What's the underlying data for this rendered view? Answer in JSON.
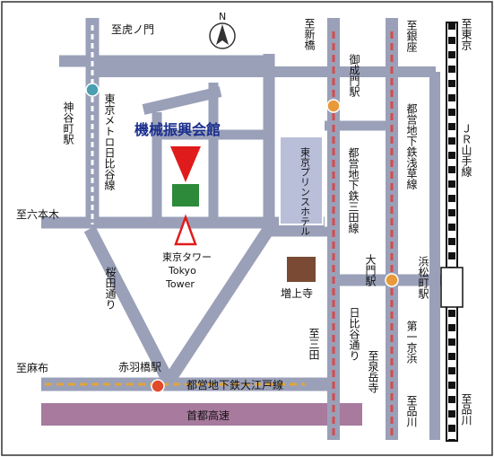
{
  "map": {
    "colors": {
      "road": "#9aa0b8",
      "road_edge": "#ffffff",
      "hotel": "#b9bfd9",
      "expressway": "#a77a9e",
      "jr_line_dark": "#111111",
      "subway_red": "#d84a4a",
      "subway_orange": "#e2a53a",
      "station_red": "#e24a2c",
      "station_orange": "#e89a3a",
      "station_teal": "#4a9fb2",
      "building_green": "#2d8a3a",
      "zojoji_brown": "#7a4a34",
      "marker_red": "#e01b1b",
      "title_blue": "#1b2f8e",
      "frame": "#333333"
    },
    "compass": {
      "letter": "N"
    },
    "destination_title": "機械振興会館",
    "tokyo_tower": {
      "jp": "東京タワー",
      "en1": "Tokyo",
      "en2": "Tower"
    },
    "zojoji": "増上寺",
    "hotel": "東京プリンスホテル",
    "stations": {
      "kamiyacho": "神谷町駅",
      "onarimon": "御成門駅",
      "daimon": "大門駅",
      "hamamatsucho": "浜松町駅",
      "akabanebashi": "赤羽橋駅"
    },
    "lines": {
      "hibiya": "東京メトロ日比谷線",
      "asakusa": "都営地下鉄浅草線",
      "mita": "都営地下鉄三田線",
      "oedo": "都営地下鉄大江戸線",
      "yamanote": "ＪＲ山手線",
      "expressway": "首都高速"
    },
    "streets": {
      "sakuradadori": "桜田通り",
      "hibiyadori": "日比谷通り",
      "daiichikeihin": "第一京浜"
    },
    "directions": {
      "toranomon": "至虎ノ門",
      "roppongi": "至六本木",
      "azabu": "至麻布",
      "shinbashi": "至新橋",
      "ginza": "至銀座",
      "tokyo": "至東京",
      "mita": "至三田",
      "sengakuji": "至泉岳寺",
      "shinagawa1": "至品川",
      "shinagawa2": "至品川"
    }
  }
}
